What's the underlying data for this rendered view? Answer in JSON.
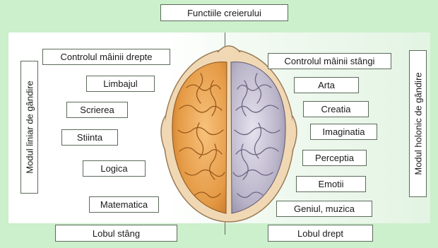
{
  "title": "Functiile creierului",
  "left": {
    "vertical_label": "Modul liniar de gândire",
    "items": [
      "Controlul mâinii drepte",
      "Limbajul",
      "Scrierea",
      "Stiinta",
      "Logica",
      "Matematica"
    ],
    "bottom_label": "Lobul stâng",
    "hemisphere_color": "#e8a048"
  },
  "right": {
    "vertical_label": "Modul holonic de gândire",
    "items": [
      "Controlul mâinii stângi",
      "Arta",
      "Creatia",
      "Imaginatia",
      "Perceptia",
      "Emotii",
      "Geniul, muzica"
    ],
    "bottom_label": "Lobul drept",
    "hemisphere_color": "#b9b3c8"
  },
  "colors": {
    "background": "#ccefcc",
    "border": "#5b6b5b",
    "head": "#f0d8b4"
  }
}
